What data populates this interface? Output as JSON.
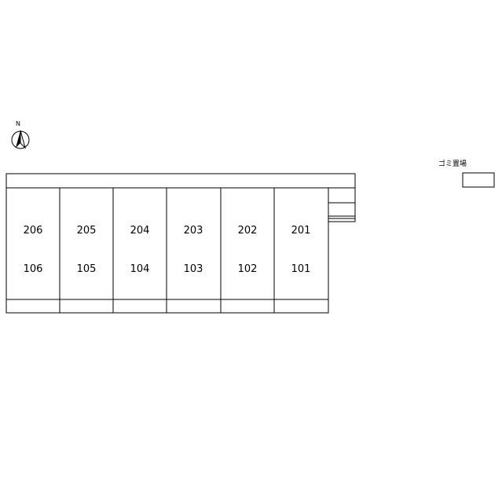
{
  "north": {
    "label": "N"
  },
  "garbage_area": {
    "label": "ゴミ置場"
  },
  "units": [
    {
      "upper": "206",
      "lower": "106"
    },
    {
      "upper": "205",
      "lower": "105"
    },
    {
      "upper": "204",
      "lower": "104"
    },
    {
      "upper": "203",
      "lower": "103"
    },
    {
      "upper": "202",
      "lower": "102"
    },
    {
      "upper": "201",
      "lower": "101"
    }
  ]
}
